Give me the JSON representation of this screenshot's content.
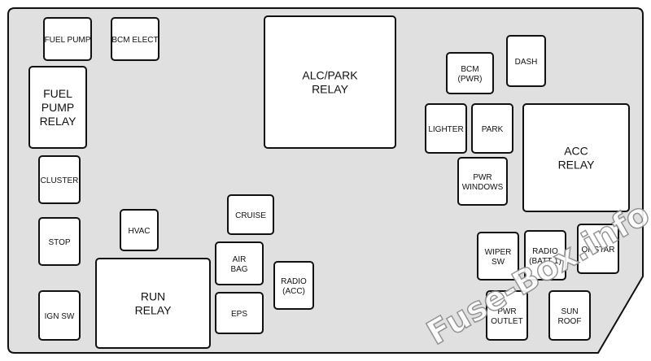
{
  "colors": {
    "panel": "#e0e0e0",
    "outline": "#111111",
    "box": "#ffffff",
    "watermark_stroke": "#8c8c8c"
  },
  "relays": [
    {
      "id": "fuel-pump-relay",
      "lines": [
        "FUEL",
        "PUMP",
        "RELAY"
      ]
    },
    {
      "id": "alc-park-relay",
      "lines": [
        "ALC/PARK",
        "RELAY"
      ]
    },
    {
      "id": "acc-relay",
      "lines": [
        "ACC",
        "RELAY"
      ]
    },
    {
      "id": "run-relay",
      "lines": [
        "RUN",
        "RELAY"
      ]
    }
  ],
  "fuses": [
    {
      "id": "fuel-pump",
      "lines": [
        "FUEL PUMP"
      ]
    },
    {
      "id": "bcm-elect",
      "lines": [
        "BCM ELECT"
      ]
    },
    {
      "id": "cluster",
      "lines": [
        "CLUSTER"
      ]
    },
    {
      "id": "stop",
      "lines": [
        "STOP"
      ]
    },
    {
      "id": "ign-sw",
      "lines": [
        "IGN SW"
      ]
    },
    {
      "id": "hvac",
      "lines": [
        "HVAC"
      ]
    },
    {
      "id": "cruise",
      "lines": [
        "CRUISE"
      ]
    },
    {
      "id": "air-bag",
      "lines": [
        "AIR",
        "BAG"
      ]
    },
    {
      "id": "eps",
      "lines": [
        "EPS"
      ]
    },
    {
      "id": "radio-acc",
      "lines": [
        "RADIO",
        "(ACC)"
      ]
    },
    {
      "id": "bcm-pwr",
      "lines": [
        "BCM",
        "(PWR)"
      ]
    },
    {
      "id": "dash",
      "lines": [
        "DASH"
      ]
    },
    {
      "id": "lighter",
      "lines": [
        "LIGHTER"
      ]
    },
    {
      "id": "park",
      "lines": [
        "PARK"
      ]
    },
    {
      "id": "pwr-windows",
      "lines": [
        "PWR",
        "WINDOWS"
      ]
    },
    {
      "id": "wiper-sw",
      "lines": [
        "WIPER",
        "SW"
      ]
    },
    {
      "id": "radio-batt1",
      "lines": [
        "RADIO",
        "(BATT 1)"
      ]
    },
    {
      "id": "onstar",
      "lines": [
        "ONSTAR"
      ]
    },
    {
      "id": "pwr-outlet",
      "lines": [
        "PWR",
        "OUTLET"
      ]
    },
    {
      "id": "sun-roof",
      "lines": [
        "SUN",
        "ROOF"
      ]
    }
  ],
  "watermark": "Fuse-Box.info"
}
